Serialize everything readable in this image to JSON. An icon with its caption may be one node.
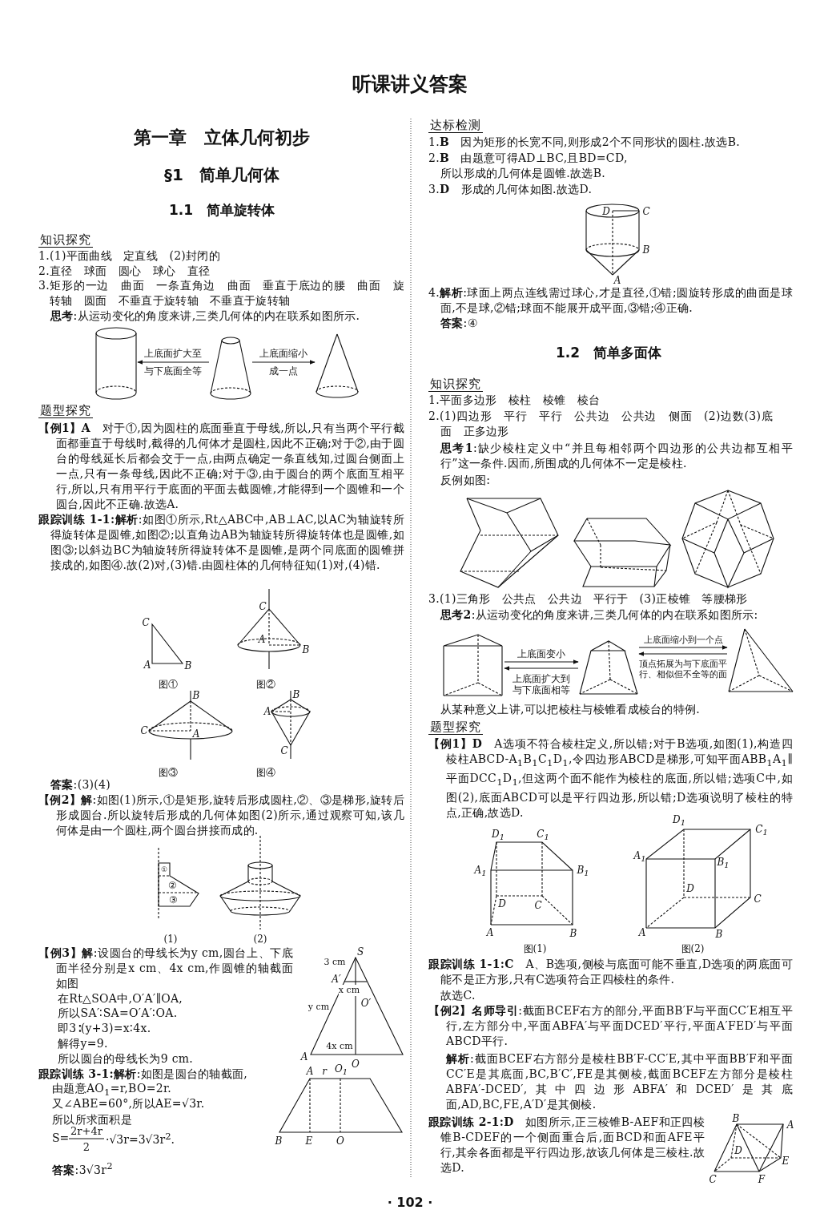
{
  "diagram": {
    "title": "听课讲义答案",
    "nodes": [
      {
        "text": [],
        "shape": "cylinder"
      },
      {
        "text": [],
        "shape": "frustum"
      },
      {
        "text": [],
        "shape": "cone"
      },
      {
        "text": [],
        "shape": "prism"
      },
      {
        "text": [],
        "shape": "frustum"
      },
      {
        "text": [],
        "shape": "pyramid"
      }
    ],
    "edges": [
      {
        "from": 1,
        "to": 0,
        "arrow": "to",
        "label": "上底面扩大至与下底面全等"
      },
      {
        "from": 1,
        "to": 2,
        "arrow": "to",
        "label": "上底面缩小成一点"
      },
      {
        "from": 3,
        "to": 4,
        "arrow": "to",
        "label": "上底面变小"
      },
      {
        "from": 4,
        "to": 3,
        "arrow": "to",
        "label": "上底面扩大到与下底面相等"
      },
      {
        "from": 4,
        "to": 5,
        "arrow": "to",
        "label": "上底面缩小到一个点"
      },
      {
        "from": 5,
        "to": 4,
        "arrow": "to",
        "label": "顶点拓展为与下底面平行、相似但不全等的面"
      }
    ],
    "labels": [
      "第一章　立体几何初步",
      "§1　简单几何体",
      "1.1　简单旋转体",
      "知识探究",
      "1.(1)平面曲线　定直线　(2)封闭的",
      "2.直径　球面　圆心　球心　直径",
      "3.矩形的一边　曲面　一条直角边　曲面　垂直于底边的腰　曲面　旋转轴　圆面　不垂直于旋转轴　不垂直于旋转轴",
      "**思考**:从运动变化的角度来讲,三类几何体的内在联系如图所示.",
      "题型探究",
      "**【例1】A**　对于①,因为圆柱的底面垂直于母线,所以,只有当两个平行截面都垂直于母线时,截得的几何体才是圆柱,因此不正确;对于②,由于圆台的母线延长后都会交于一点,由两点确定一条直线知,过圆台侧面上一点,只有一条母线,因此不正确;对于③,由于圆台的两个底面互相平行,所以,只有用平行于底面的平面去截圆锥,才能得到一个圆锥和一个圆台,因此不正确.故选A.",
      "**跟踪训练 1-1:解析**:如图①所示,Rt△ABC中,AB⊥AC,以AC为轴旋转所得旋转体是圆锥,如图②;以直角边AB为轴旋转所得旋转体也是圆锥,如图③;以斜边BC为轴旋转所得旋转体不是圆锥,是两个同底面的圆锥拼接成的,如图④.故(2)对,(3)错.由圆柱体的几何特征知(1)对,(4)错.",
      "C",
      "A",
      "B",
      "图①",
      "C",
      "A",
      "B",
      "图②",
      "B",
      "C",
      "A",
      "图③",
      "B",
      "A",
      "C",
      "图④",
      "**答案**:(3)(4)",
      "**【例2】解**:如图(1)所示,①是矩形,旋转后形成圆柱,②、③是梯形,旋转后形成圆台.所以旋转后形成的几何体如图(2)所示,通过观察可知,该几何体是由一个圆柱,两个圆台拼接而成的.",
      "①",
      "②",
      "③",
      "(1)",
      "(2)",
      "**【例3】解**:设圆台的母线长为y cm,圆台上、下底面半径分别是x cm、4x cm,作圆锥的轴截面如图",
      "在Rt△SOA中,O′A′∥OA,",
      "所以SA′∶SA=O′A′∶OA.",
      "即3∶(y+3)=x∶4x.",
      "解得y=9.",
      "所以圆台的母线长为9 cm.",
      "**跟踪训练 3-1:解析**:如图是圆台的轴截面,",
      "由题意AO$_{1}$=r,BO=2r.",
      "又∠ABE=60°,所以AE=√3r.",
      "所以所求面积是",
      "S=",
      "2r+4r",
      "2",
      "·√3r=3√3r$^{2}$.",
      "**答案**:3√3r$^{2}$",
      "S",
      "3 cm",
      "A′",
      "x cm",
      "O′",
      "y cm",
      "4x cm",
      "A",
      "O",
      "A",
      "r",
      "O$_{1}$",
      "B",
      "E",
      "O",
      "达标检测",
      "1.**B**　因为矩形的长宽不同,则形成2个不同形状的圆柱.故选B.",
      "2.**B**　由题意可得AD⊥BC,且BD=CD,",
      "所以形成的几何体是圆锥.故选B.",
      "3.**D**　形成的几何体如图.故选D.",
      "D",
      "C",
      "B",
      "A",
      "4.**解析**:球面上两点连线需过球心,才是直径,①错;圆旋转形成的曲面是球面,不是球,②错;球面不能展开成平面,③错;④正确.",
      "**答案**:④",
      "1.2　简单多面体",
      "知识探究",
      "1.平面多边形　棱柱　棱锥　棱台",
      "2.(1)四边形　平行　平行　公共边　公共边　侧面　(2)边数(3)底面　正多边形",
      "**思考1**:缺少棱柱定义中“并且每相邻两个四边形的公共边都互相平行”这一条件.因而,所围成的几何体不一定是棱柱.",
      "反例如图:",
      "3.(1)三角形　公共点　公共边　平行于　(3)正棱锥　等腰梯形",
      "**思考2**:从运动变化的角度来讲,三类几何体的内在联系如图所示:",
      "从某种意义上讲,可以把棱柱与棱锥看成棱台的特例.",
      "题型探究",
      "**【例1】D**　A选项不符合棱柱定义,所以错;对于B选项,如图(1),构造四棱柱ABCD-A$_{1}$B$_{1}$C$_{1}$D$_{1}$,令四边形ABCD是梯形,可知平面ABB$_{1}$A$_{1}$∥平面DCC$_{1}$D$_{1}$,但这两个面不能作为棱柱的底面,所以错;选项C中,如图(2),底面ABCD可以是平行四边形,所以错;D选项说明了棱柱的特点,正确,故选D.",
      "D$_{1}$",
      "C$_{1}$",
      "A$_{1}$",
      "B$_{1}$",
      "D",
      "C",
      "A",
      "B",
      "图(1)",
      "D$_{1}$",
      "C$_{1}$",
      "A$_{1}$",
      "B$_{1}$",
      "D",
      "C",
      "A",
      "B",
      "图(2)",
      "**跟踪训练 1-1:C**　A、B选项,侧棱与底面可能不垂直,D选项的两底面可能不是正方形,只有C选项符合正四棱柱的条件.",
      "故选C.",
      "**【例2】名师导引**:截面BCEF右方的部分,平面BB′F与平面CC′E相互平行,左方部分中,平面ABFA′与平面DCED′平行,平面A′FED′与平面ABCD平行.",
      "**解析**:截面BCEF右方部分是棱柱BB′F-CC′E,其中平面BB′F和平面CC′E是其底面,BC,B′C′,FE是其侧棱,截面BCEF左方部分是棱柱ABFA′-DCED′,其中四边形ABFA′和DCED′是其底面,AD,BC,FE,A′D′是其侧棱.",
      "**跟踪训练 2-1:D**　如图所示,正三棱锥B-AEF和正四棱锥B-CDEF的一个侧面重合后,面BCD和面AFE平行,其余各面都是平行四边形,故该几何体是三棱柱.故选D.",
      "B",
      "A",
      "D",
      "E",
      "C",
      "F",
      "· 102 ·"
    ]
  }
}
